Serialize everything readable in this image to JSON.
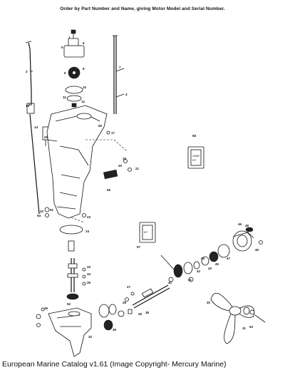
{
  "header": {
    "instruction": "Order by Part Number and Name, giving Motor Model and Serial Number."
  },
  "footer": {
    "caption": "European Marine Catalog v1.61 (Image Copyright- Mercury Marine)"
  },
  "callouts": {
    "c1": "1",
    "c3": "3",
    "c4": "4",
    "c5": "5",
    "c6": "6",
    "c7": "7",
    "c8": "8",
    "c9": "9",
    "c10": "10",
    "c11": "11",
    "c12": "12",
    "c14": "14",
    "c16": "16",
    "c17": "17",
    "c19": "19",
    "c20": "20",
    "c21": "21",
    "c22": "22",
    "c23": "23",
    "c24": "24",
    "c25": "25",
    "c27": "27",
    "c28": "28",
    "c29": "29",
    "c30": "30",
    "c31": "31",
    "c32": "32",
    "c33": "33",
    "c34": "34",
    "c35": "35",
    "c36": "36",
    "c38": "38",
    "c39": "39",
    "c40": "40",
    "c41": "41",
    "c42": "42",
    "c43": "43",
    "c44": "44",
    "c45": "45",
    "c46": "46",
    "c47": "47",
    "c48": "48",
    "c49": "49",
    "c50": "50",
    "c51": "51",
    "c52": "52",
    "c53": "53",
    "c54": "54",
    "c55": "55",
    "c56": "56",
    "c57": "57",
    "c58": "58"
  }
}
